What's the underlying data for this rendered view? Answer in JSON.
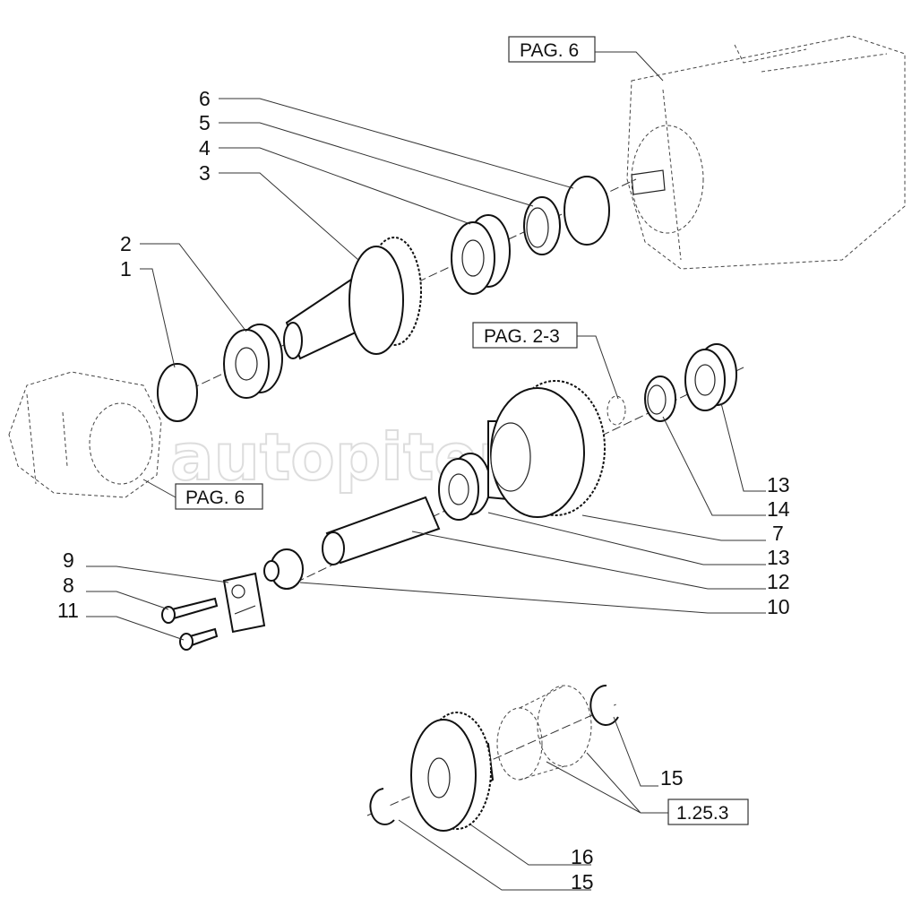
{
  "watermark": "autopiter.ru",
  "references": {
    "top_pag": "PAG. 6",
    "mid_pag": "PAG. 2-3",
    "left_pag": "PAG. 6",
    "bottom_ref": "1.25.3"
  },
  "callouts": {
    "c6": "6",
    "c5": "5",
    "c4": "4",
    "c3": "3",
    "c2": "2",
    "c1": "1",
    "c9": "9",
    "c8": "8",
    "c11": "11",
    "r13a": "13",
    "r14": "14",
    "r7": "7",
    "r13b": "13",
    "r12": "12",
    "r10": "10",
    "b15a": "15",
    "b16": "16",
    "b15b": "15"
  }
}
